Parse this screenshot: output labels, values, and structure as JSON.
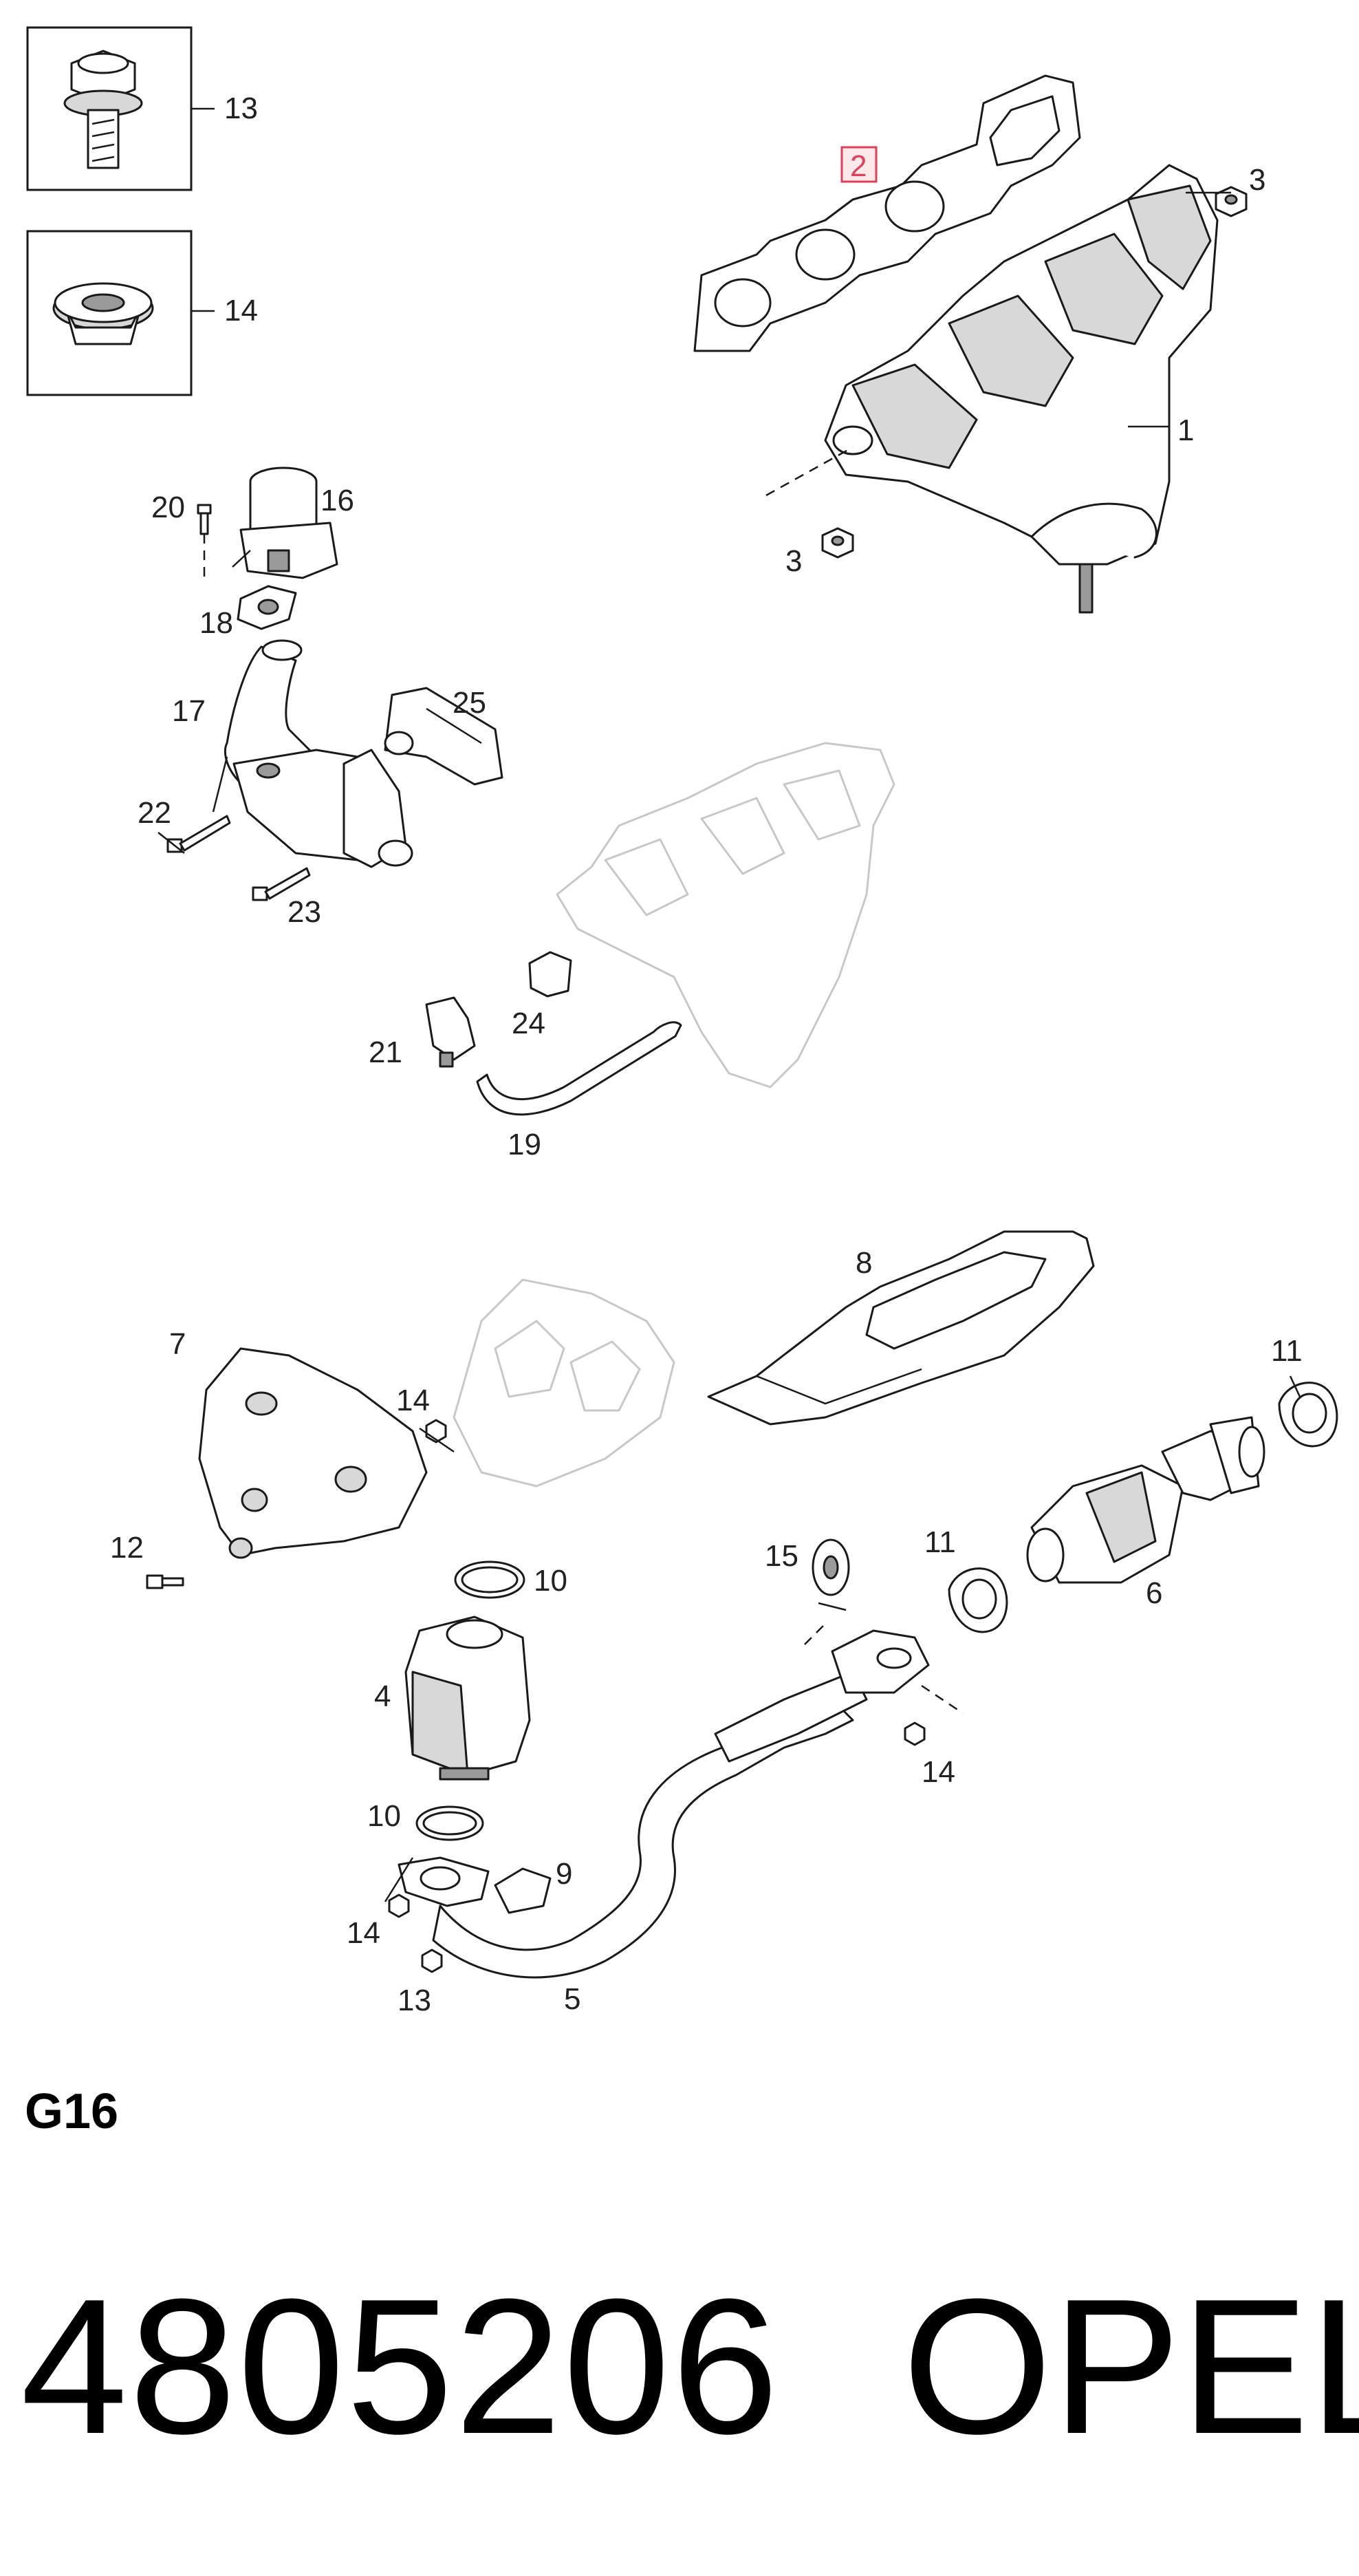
{
  "diagram": {
    "callouts": [
      "1",
      "2",
      "3",
      "3",
      "4",
      "5",
      "6",
      "7",
      "8",
      "9",
      "10",
      "10",
      "11",
      "11",
      "12",
      "13",
      "13",
      "14",
      "14",
      "14",
      "14",
      "15",
      "16",
      "17",
      "18",
      "19",
      "20",
      "21",
      "22",
      "23",
      "24",
      "25"
    ],
    "highlight_callout": "2",
    "highlight_color": "#e0405a"
  },
  "footer": {
    "engine_code": "G16",
    "part_number": "4805206",
    "brand": "OPEL"
  }
}
